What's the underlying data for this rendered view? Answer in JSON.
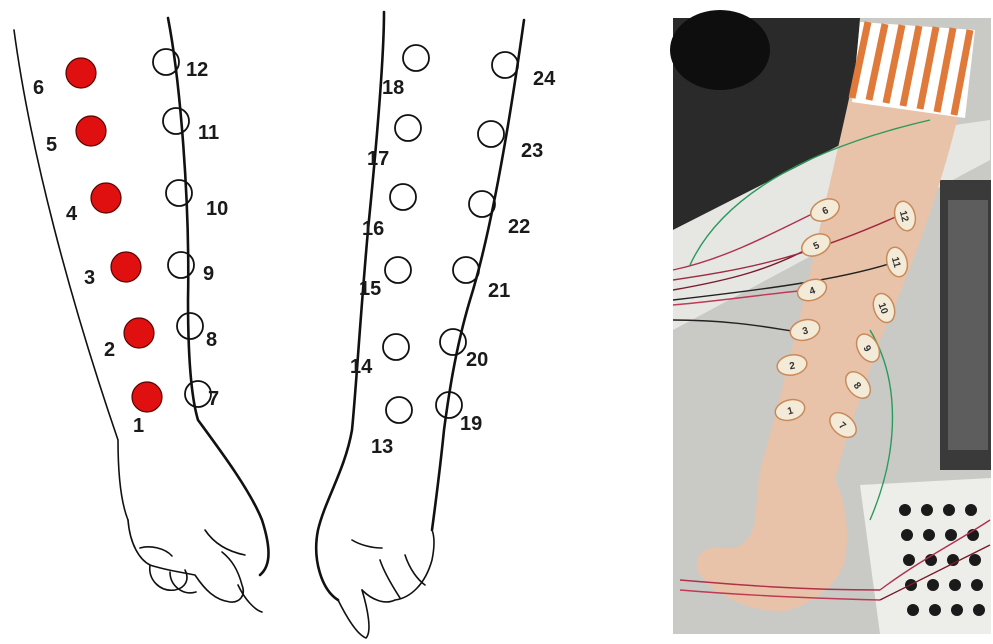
{
  "colors": {
    "active_electrode": "#e01010",
    "outline": "#111111",
    "photo_background": "#c9c9c6",
    "skin": "#e9c3a9"
  },
  "left_arm_electrodes": [
    {
      "label": "1",
      "active": true
    },
    {
      "label": "2",
      "active": true
    },
    {
      "label": "3",
      "active": true
    },
    {
      "label": "4",
      "active": true
    },
    {
      "label": "5",
      "active": true
    },
    {
      "label": "6",
      "active": true
    },
    {
      "label": "7",
      "active": false
    },
    {
      "label": "8",
      "active": false
    },
    {
      "label": "9",
      "active": false
    },
    {
      "label": "10",
      "active": false
    },
    {
      "label": "11",
      "active": false
    },
    {
      "label": "12",
      "active": false
    }
  ],
  "right_arm_electrodes": [
    {
      "label": "13",
      "active": false
    },
    {
      "label": "14",
      "active": false
    },
    {
      "label": "15",
      "active": false
    },
    {
      "label": "16",
      "active": false
    },
    {
      "label": "17",
      "active": false
    },
    {
      "label": "18",
      "active": false
    },
    {
      "label": "19",
      "active": false
    },
    {
      "label": "20",
      "active": false
    },
    {
      "label": "21",
      "active": false
    },
    {
      "label": "22",
      "active": false
    },
    {
      "label": "23",
      "active": false
    },
    {
      "label": "24",
      "active": false
    }
  ],
  "photo_electrode_labels": [
    "1",
    "2",
    "3",
    "4",
    "5",
    "6",
    "7",
    "8",
    "9",
    "10",
    "11",
    "12"
  ]
}
